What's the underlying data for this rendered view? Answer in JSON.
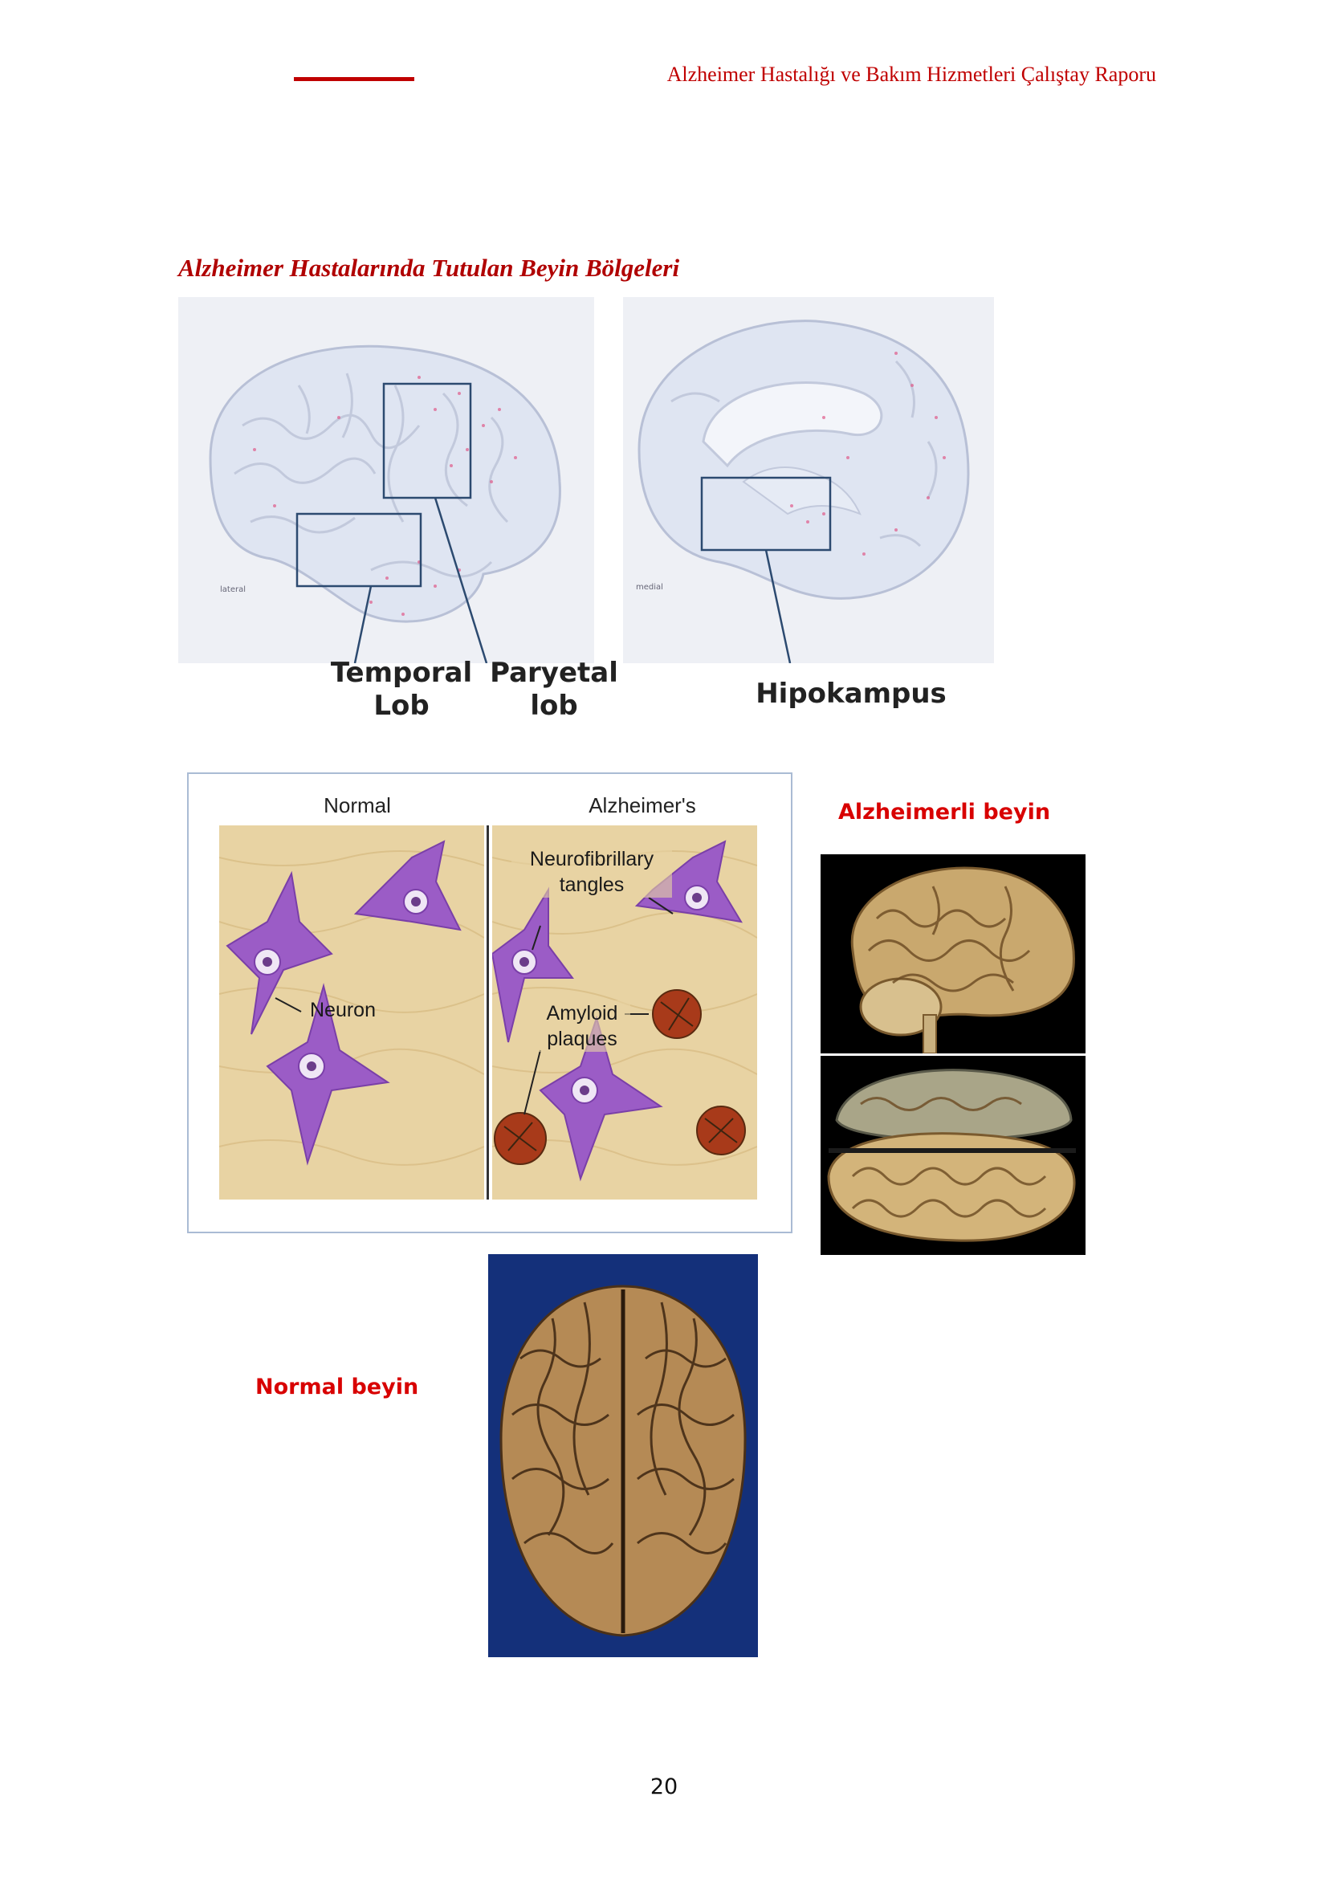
{
  "header": {
    "title": "Alzheimer Hastalığı ve Bakım Hizmetleri Çalıştay Raporu",
    "accent_color": "#c00000"
  },
  "section": {
    "title": "Alzheimer Hastalarında Tutulan Beyin Bölgeleri"
  },
  "brain_regions": {
    "lateral_tag": "lateral",
    "medial_tag": "medial",
    "temporal_label": "Temporal\nLob",
    "parietal_label": "Paryetal\nlob",
    "hippocampus_label": "Hipokampus"
  },
  "neuron_figure": {
    "normal_title": "Normal",
    "alzheimers_title": "Alzheimer's",
    "neuron_label": "Neuron",
    "tangles_label": "Neurofibrillary\ntangles",
    "plaques_label": "Amyloid\nplaques"
  },
  "captions": {
    "alzheimer_brain": "Alzheimerli beyin",
    "normal_brain": "Normal beyin"
  },
  "page_number": "20"
}
